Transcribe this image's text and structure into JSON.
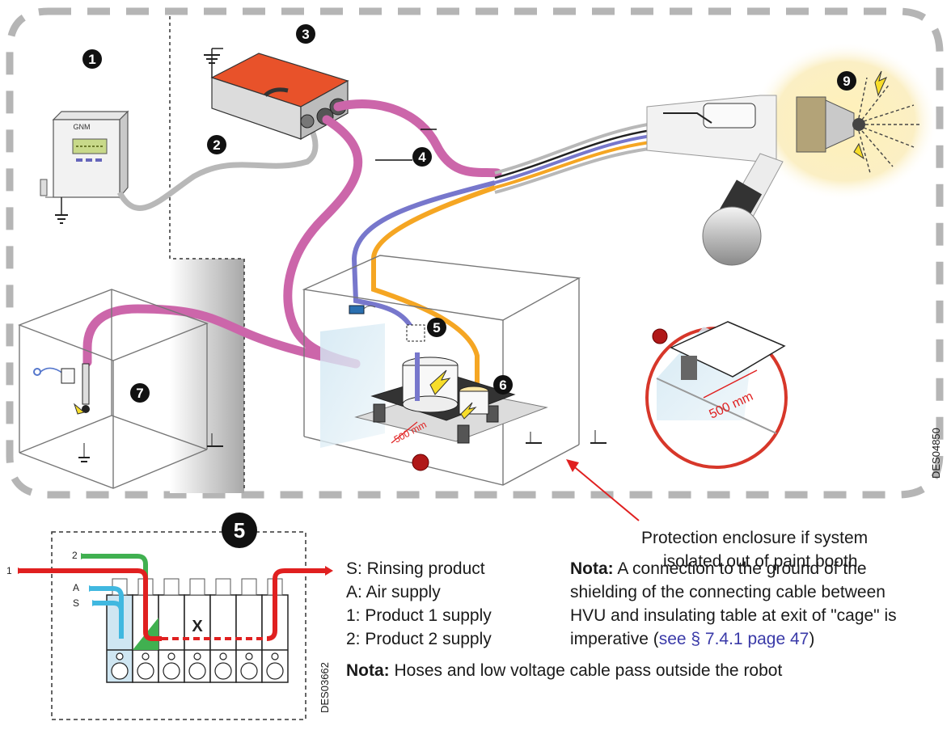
{
  "callouts": {
    "n1": "1",
    "n2": "2",
    "n3": "3",
    "n4": "4",
    "n5": "5",
    "n6": "6",
    "n7": "7",
    "n9": "9",
    "inset5": "5"
  },
  "labels": {
    "gnm": "GNM",
    "distance_main": "500 mm",
    "distance_zoom": "500 mm",
    "drawing_code_main": "DES04850",
    "drawing_code_inset": "DES03662"
  },
  "enclosure_note": {
    "line1": "Protection enclosure if system",
    "line2": "isolated out of paint booth"
  },
  "inset": {
    "inlet_1": "1",
    "inlet_2": "2",
    "inlet_A": "A",
    "inlet_S": "S",
    "closed_valve": "X"
  },
  "legend": [
    "S: Rinsing product",
    "A: Air supply",
    "1: Product 1 supply",
    "2: Product 2 supply"
  ],
  "nota1": {
    "prefix": "Nota:",
    "line1": " A connection to the ground  of the",
    "line2": "shielding of the connecting cable between",
    "line3": "HVU and insulating table at exit of \"cage\" is",
    "line4_text": "imperative (",
    "line4_link": "see § 7.4.1 page 47",
    "line4_end": ")"
  },
  "nota2": {
    "prefix": "Nota:",
    "text": " Hoses and low voltage cable pass outside the robot"
  },
  "colors": {
    "pink_hose": "#cc66aa",
    "blue_hose": "#7777cc",
    "orange_hose": "#f5a623",
    "grey_cable": "#b8b8b8",
    "hvu_body": "#e8522a",
    "red_line": "#e02020",
    "green_line": "#40b050",
    "cyan_line": "#40b8e0",
    "link": "#3a3aa8"
  }
}
